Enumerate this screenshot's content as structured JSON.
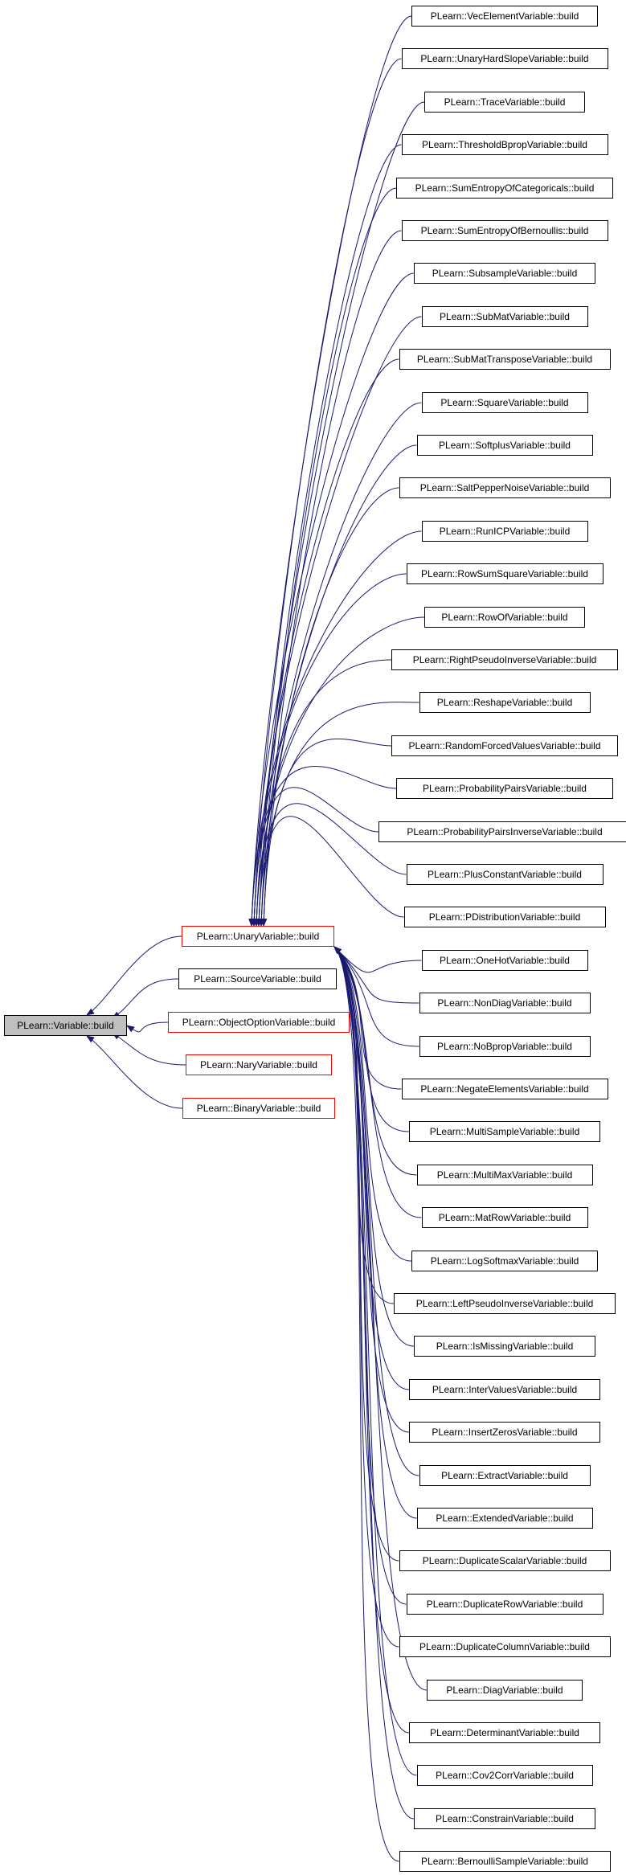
{
  "graph": {
    "root": {
      "label": "PLearn::Variable::build",
      "fill": "#bfbfbf"
    },
    "level1": [
      {
        "label": "PLearn::UnaryVariable::build",
        "border": "red"
      },
      {
        "label": "PLearn::SourceVariable::build",
        "border": "black"
      },
      {
        "label": "PLearn::ObjectOptionVariable::build",
        "border": "red"
      },
      {
        "label": "PLearn::NaryVariable::build",
        "border": "red"
      },
      {
        "label": "PLearn::BinaryVariable::build",
        "border": "red"
      }
    ],
    "level2": [
      "PLearn::VecElementVariable::build",
      "PLearn::UnaryHardSlopeVariable::build",
      "PLearn::TraceVariable::build",
      "PLearn::ThresholdBpropVariable::build",
      "PLearn::SumEntropyOfCategoricals::build",
      "PLearn::SumEntropyOfBernoullis::build",
      "PLearn::SubsampleVariable::build",
      "PLearn::SubMatVariable::build",
      "PLearn::SubMatTransposeVariable::build",
      "PLearn::SquareVariable::build",
      "PLearn::SoftplusVariable::build",
      "PLearn::SaltPepperNoiseVariable::build",
      "PLearn::RunICPVariable::build",
      "PLearn::RowSumSquareVariable::build",
      "PLearn::RowOfVariable::build",
      "PLearn::RightPseudoInverseVariable::build",
      "PLearn::ReshapeVariable::build",
      "PLearn::RandomForcedValuesVariable::build",
      "PLearn::ProbabilityPairsVariable::build",
      "PLearn::ProbabilityPairsInverseVariable::build",
      "PLearn::PlusConstantVariable::build",
      "PLearn::PDistributionVariable::build",
      "PLearn::OneHotVariable::build",
      "PLearn::NonDiagVariable::build",
      "PLearn::NoBpropVariable::build",
      "PLearn::NegateElementsVariable::build",
      "PLearn::MultiSampleVariable::build",
      "PLearn::MultiMaxVariable::build",
      "PLearn::MatRowVariable::build",
      "PLearn::LogSoftmaxVariable::build",
      "PLearn::LeftPseudoInverseVariable::build",
      "PLearn::IsMissingVariable::build",
      "PLearn::InterValuesVariable::build",
      "PLearn::InsertZerosVariable::build",
      "PLearn::ExtractVariable::build",
      "PLearn::ExtendedVariable::build",
      "PLearn::DuplicateScalarVariable::build",
      "PLearn::DuplicateRowVariable::build",
      "PLearn::DuplicateColumnVariable::build",
      "PLearn::DiagVariable::build",
      "PLearn::DeterminantVariable::build",
      "PLearn::Cov2CorrVariable::build",
      "PLearn::ConstrainVariable::build",
      "PLearn::BernoulliSampleVariable::build"
    ],
    "edge_color": "#191970"
  }
}
